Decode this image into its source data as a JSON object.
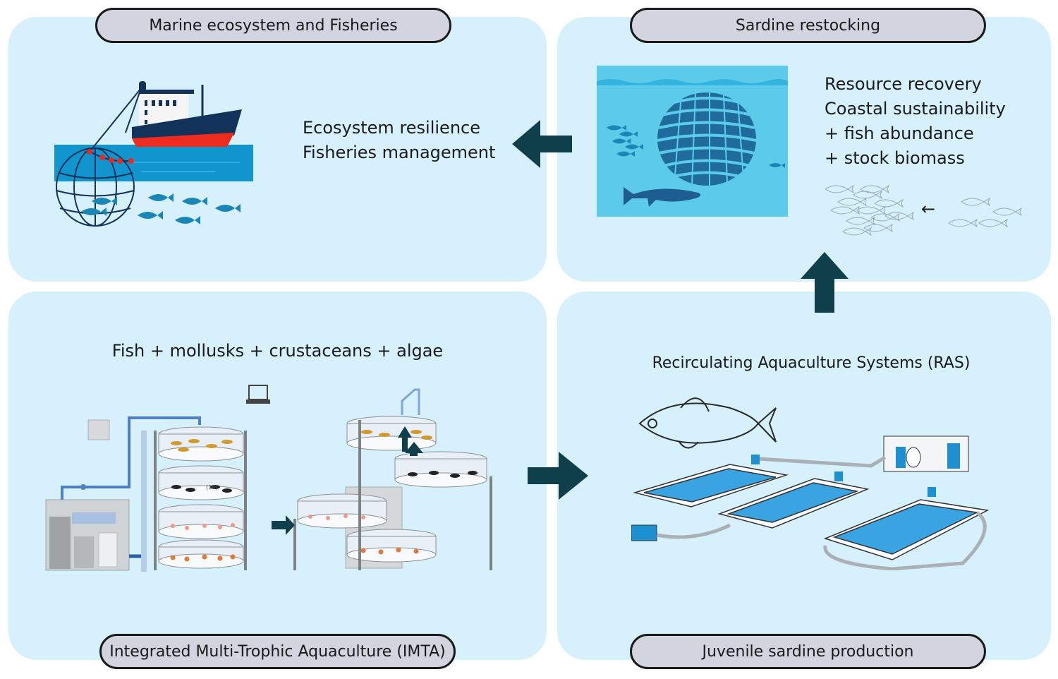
{
  "panels": {
    "marine": {
      "title": "Marine ecosystem and Fisheries",
      "outcomes": [
        "Ecosystem resilience",
        "Fisheries management"
      ],
      "illustration": "fishing-vessel-with-net-icon"
    },
    "restocking": {
      "title": "Sardine restocking",
      "outcomes": [
        "Resource recovery",
        "Coastal sustainability",
        "+ fish abundance",
        "+ stock biomass"
      ],
      "illustration": "sardine-bait-ball-icon",
      "small_arrow": "←"
    },
    "imta": {
      "title": "Integrated Multi-Trophic Aquaculture (IMTA)",
      "subtitle": "Fish + mollusks + crustaceans + algae",
      "tank_label": "(14)",
      "illustration": "imta-tank-system-icon"
    },
    "ras": {
      "title": "Juvenile sardine production",
      "subtitle": "Recirculating Aquaculture Systems (RAS)",
      "illustration": "ras-tanks-icon"
    }
  },
  "flow": [
    {
      "from": "imta",
      "to": "ras",
      "direction": "right"
    },
    {
      "from": "ras",
      "to": "restocking",
      "direction": "up"
    },
    {
      "from": "restocking",
      "to": "marine",
      "direction": "left"
    }
  ],
  "colors": {
    "panel_bg": "#d6f1fc",
    "pill_bg": "#d2d4df",
    "arrow": "#0f3f4a",
    "sea": "#0f9bd3",
    "hull_red": "#ee2b1f",
    "hull_navy": "#12325a"
  }
}
